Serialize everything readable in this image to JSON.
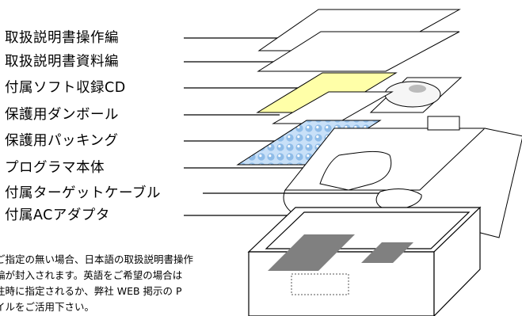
{
  "labels": [
    "取扱説明書操作編",
    "取扱説明書資料編",
    "付属ソフト収録CD",
    "保護用ダンボール",
    "保護用パッキング",
    "プログラマ本体",
    "付属ターゲットケーブル",
    "付属ACアダプタ"
  ],
  "note_lines": [
    "ご指定の無い場合、日本語の取扱説明書操作",
    "編が封入されます。英語をご希望の場合は",
    "注時に指定されるか、弊社 WEB 掲示の P",
    "イルをご活用下さい。"
  ],
  "colors": {
    "cd_sleeve": "#ffffa8",
    "packing": "#bcd8f4",
    "adapter": "#22dd22",
    "box_gray": "#7f7f7f"
  }
}
